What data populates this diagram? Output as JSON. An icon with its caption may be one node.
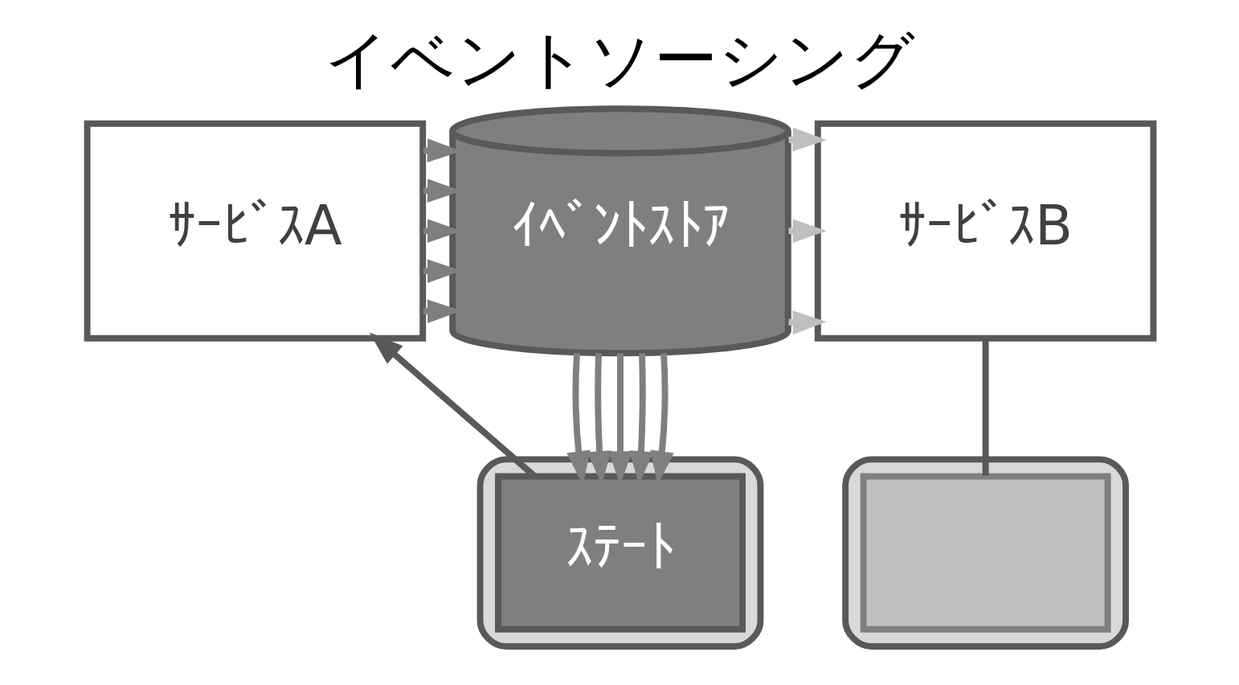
{
  "diagram": {
    "title": "イベントソーシング",
    "nodes": [
      {
        "text": [
          "ｻｰﾋﾞｽA"
        ]
      },
      {
        "text": [
          "ｲﾍﾞﾝﾄｽﾄｱ"
        ]
      },
      {
        "text": [
          "ｻｰﾋﾞｽB"
        ]
      },
      {
        "text": [],
        "shape": "cylinder"
      },
      {
        "text": [
          "ｽﾃｰﾄ"
        ],
        "in": 3
      },
      {
        "text": [],
        "shape": "cylinder"
      },
      {
        "text": [],
        "shape": "box",
        "in": 5
      }
    ],
    "edges": [
      {
        "from": 0,
        "to": 1,
        "arrow": "to"
      },
      {
        "from": 0,
        "to": 1,
        "arrow": "to"
      },
      {
        "from": 0,
        "to": 1,
        "arrow": "to"
      },
      {
        "from": 0,
        "to": 1,
        "arrow": "to"
      },
      {
        "from": 0,
        "to": 1,
        "arrow": "to"
      },
      {
        "from": 1,
        "to": 2,
        "arrow": "to",
        "color": "#bfbfbf"
      },
      {
        "from": 1,
        "to": 2,
        "arrow": "to",
        "color": "#bfbfbf"
      },
      {
        "from": 1,
        "to": 2,
        "arrow": "to",
        "color": "#bfbfbf"
      },
      {
        "from": 1,
        "to": 4,
        "arrow": "to"
      },
      {
        "from": 1,
        "to": 4,
        "arrow": "to"
      },
      {
        "from": 1,
        "to": 4,
        "arrow": "to"
      },
      {
        "from": 1,
        "to": 4,
        "arrow": "to"
      },
      {
        "from": 1,
        "to": 4,
        "arrow": "to"
      },
      {
        "from": 4,
        "to": 0,
        "arrow": "to",
        "color": "#595959"
      },
      {
        "from": 2,
        "to": 6,
        "arrow": "none",
        "color": "#595959"
      }
    ]
  }
}
